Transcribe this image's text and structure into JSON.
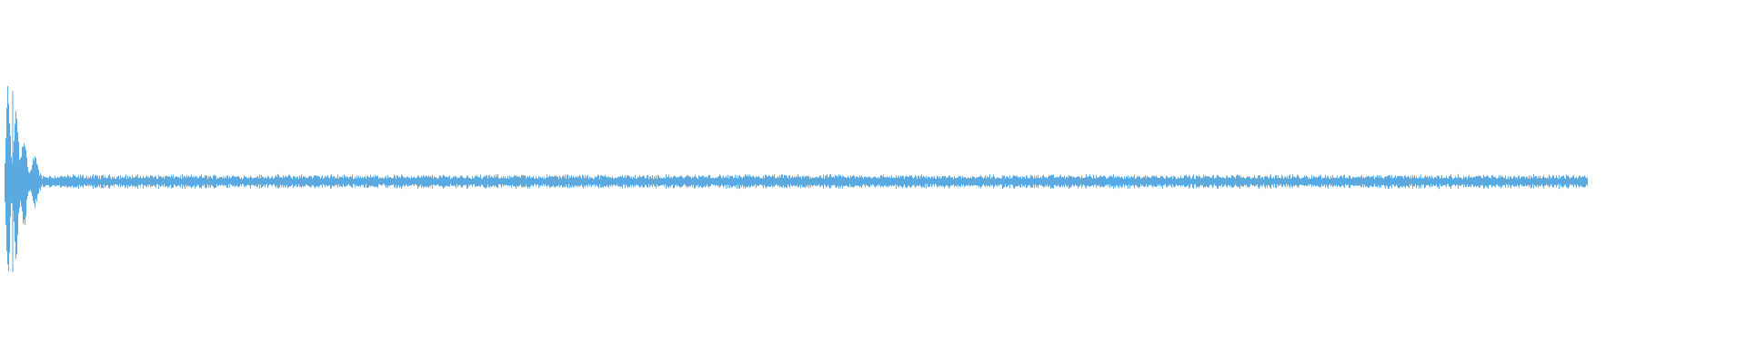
{
  "waveform": {
    "color": "#5aa9e0",
    "cursor_color": "#5aa9e0",
    "amplitude_range": [
      -1,
      1
    ],
    "playhead_position_fraction": 0.0,
    "envelope": {
      "noise_floor": 0.03,
      "bursts": [
        {
          "center": 0.002,
          "width": 0.0015,
          "peak": 0.55
        },
        {
          "center": 0.007,
          "width": 0.0018,
          "peak": 0.42
        },
        {
          "center": 0.012,
          "width": 0.002,
          "peak": 0.25
        },
        {
          "center": 0.019,
          "width": 0.0022,
          "peak": 0.12
        }
      ]
    }
  }
}
